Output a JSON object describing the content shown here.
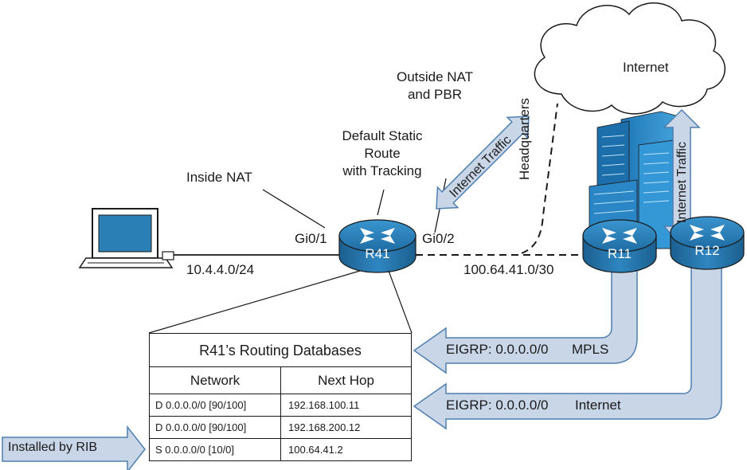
{
  "colors": {
    "router_body": "#2a7fb5",
    "router_dark": "#1b5f8e",
    "arrow_fill": "#c9d6e8",
    "arrow_stroke": "#4f7fae",
    "building": "#2b8fd0",
    "building_light": "#6fbbe8",
    "line": "#1a1a1a"
  },
  "labels": {
    "internet_cloud": "Internet",
    "outside_nat": "Outside NAT\nand PBR",
    "default_static": "Default Static\nRoute\nwith Tracking",
    "inside_nat": "Inside NAT",
    "gi01": "Gi0/1",
    "gi02": "Gi0/2",
    "lan_subnet": "10.4.4.0/24",
    "wan_subnet": "100.64.41.0/30",
    "headquarters": "Headquarters",
    "internet_traffic_1": "Internet Traffic",
    "internet_traffic_2": "Internet Traffic"
  },
  "routers": {
    "r41": "R41",
    "r11": "R11",
    "r12": "R12"
  },
  "eigrp_arrows": {
    "mpls": {
      "prefix": "EIGRP: 0.0.0.0/0",
      "source": "MPLS"
    },
    "internet": {
      "prefix": "EIGRP: 0.0.0.0/0",
      "source": "Internet"
    }
  },
  "rib_callout": "Installed by RIB",
  "table": {
    "title": "R41’s Routing Databases",
    "headers": [
      "Network",
      "Next Hop"
    ],
    "rows": [
      {
        "network": "D  0.0.0.0/0 [90/100]",
        "next_hop": "192.168.100.11"
      },
      {
        "network": "D  0.0.0.0/0 [90/100]",
        "next_hop": "192.168.200.12"
      },
      {
        "network": "S  0.0.0.0/0 [10/0]",
        "next_hop": "100.64.41.2"
      }
    ]
  }
}
